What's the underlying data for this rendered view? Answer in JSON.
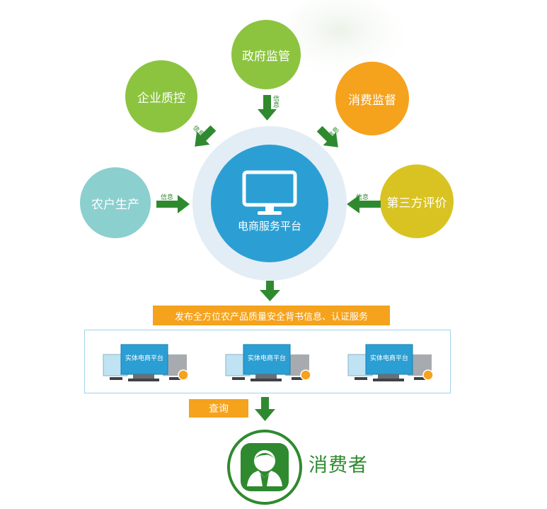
{
  "nodes": {
    "gov": "政府监管",
    "enterprise": "企业质控",
    "consumer_supervision": "消费监督",
    "farmer": "农户生产",
    "third_party": "第三方评价"
  },
  "arrow_tags": {
    "gov": "信息",
    "enterprise": "信息",
    "consumer_supervision": "信息",
    "farmer": "信息",
    "third_party": "信息"
  },
  "center": {
    "label": "电商服务平台"
  },
  "banner": "发布全方位农产品质量安全背书信息、认证服务",
  "terminals": [
    {
      "label": "实体电商平台"
    },
    {
      "label": "实体电商平台"
    },
    {
      "label": "实体电商平台"
    }
  ],
  "query": "查询",
  "consumer": "消费者",
  "colors": {
    "gov": "#8cc43f",
    "enterprise": "#8cc43f",
    "consumer_supervision": "#f5a21c",
    "farmer": "#8ccfcf",
    "third_party": "#d8c323",
    "center": "#2b9fd4",
    "arrow": "#2f8a2f",
    "banner": "#f5a21c"
  }
}
